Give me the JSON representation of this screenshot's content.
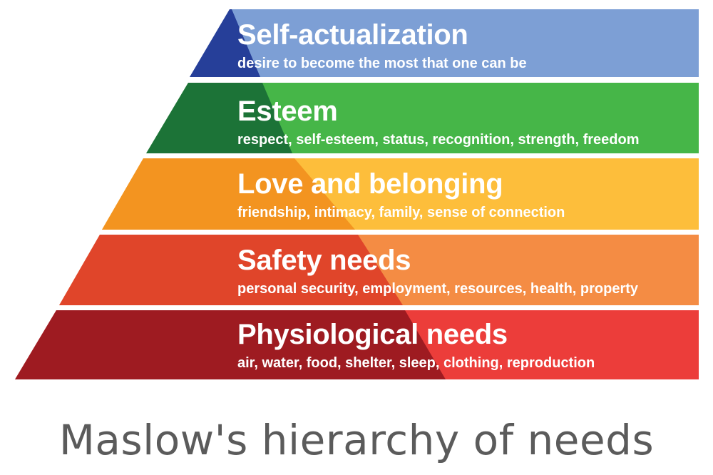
{
  "caption": "Maslow's hierarchy of needs",
  "levels": [
    {
      "title": "Self-actualization",
      "description": "desire to become the most that one can be",
      "colors": {
        "light": "#7d9fd5",
        "dark": "#263f99"
      }
    },
    {
      "title": "Esteem",
      "description": "respect, self-esteem, status, recognition, strength, freedom",
      "colors": {
        "light": "#46b648",
        "dark": "#1c7337"
      }
    },
    {
      "title": "Love and belonging",
      "description": "friendship, intimacy, family, sense of connection",
      "colors": {
        "light": "#fdbe3b",
        "dark": "#f39420"
      }
    },
    {
      "title": "Safety needs",
      "description": "personal security, employment, resources, health, property",
      "colors": {
        "light": "#f48c44",
        "dark": "#e0452a"
      }
    },
    {
      "title": "Physiological needs",
      "description": "air, water, food, shelter, sleep, clothing, reproduction",
      "colors": {
        "light": "#ec3d3a",
        "dark": "#9e1b21"
      }
    }
  ]
}
